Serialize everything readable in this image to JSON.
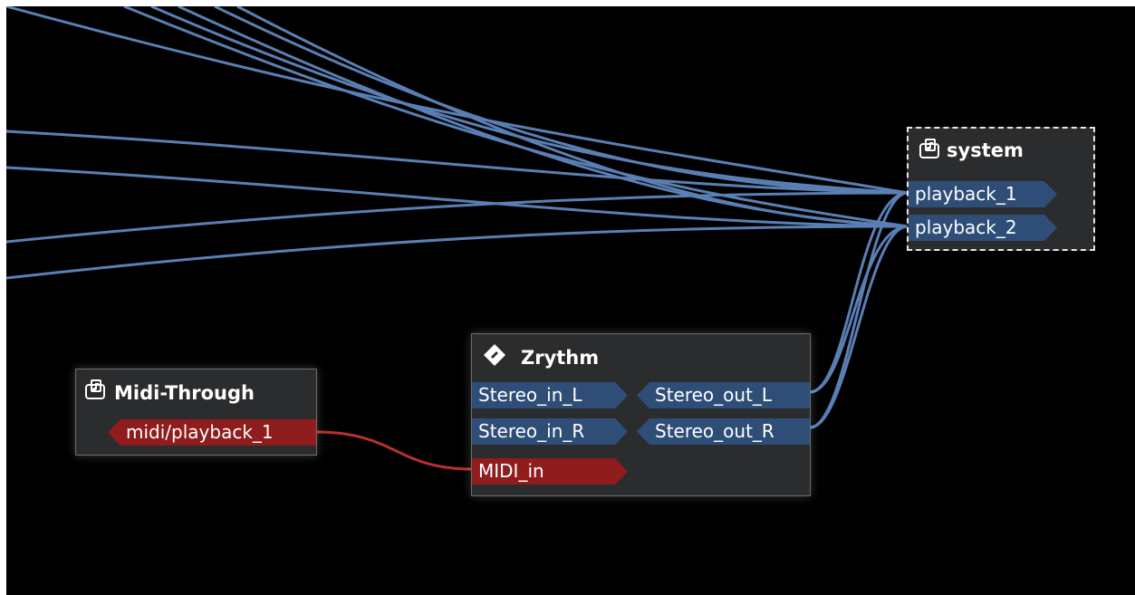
{
  "colors": {
    "audio_wire": "#5a7fb4",
    "midi_wire": "#b83030",
    "audio_port": "#2e4e78",
    "midi_port": "#8f1d1d",
    "canvas_bg": "#000000",
    "node_bg": "#2b2c2d"
  },
  "nodes": {
    "system": {
      "title": "system",
      "icon": "audio-device-icon",
      "ports": [
        "playback_1",
        "playback_2"
      ]
    },
    "zrythm": {
      "title": "Zrythm",
      "icon": "zrythm-diamond-icon",
      "inputs": [
        "Stereo_in_L",
        "Stereo_in_R",
        "MIDI_in"
      ],
      "outputs": [
        "Stereo_out_L",
        "Stereo_out_R"
      ]
    },
    "midi_through": {
      "title": "Midi-Through",
      "icon": "audio-device-icon",
      "outputs": [
        "midi/playback_1"
      ]
    }
  }
}
